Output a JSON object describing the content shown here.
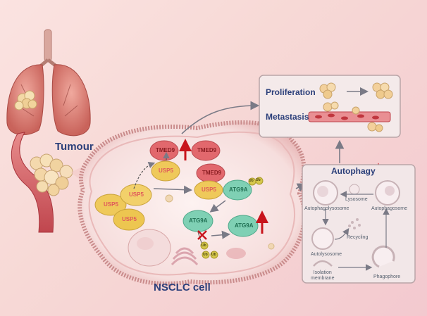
{
  "tumour_label": "Tumour",
  "cell_label": "NSCLC cell",
  "outcomes": {
    "proliferation": "Proliferation",
    "metastasis": "Metastasis"
  },
  "autophagy": {
    "title": "Autophagy",
    "stages": {
      "lysosome": "Lysosome",
      "autophagolysosome": "Autophagolysosome",
      "autophagosome": "Autophagosome",
      "recycling": "Recycling",
      "autolysosome": "Autolysosome",
      "isolation_membrane": "Isolation\nmembrane",
      "phagophore": "Phagophore"
    }
  },
  "proteins": {
    "tmed9": "TMED9",
    "usp5": "USP5",
    "atg9a": "ATG9A",
    "ub": "Ub"
  },
  "colors": {
    "title": "#2b3f7a",
    "tmed9": "#e2686d",
    "usp5": "#efc95a",
    "atg9a": "#7fd0b4",
    "up_arrow": "#c8141c"
  }
}
